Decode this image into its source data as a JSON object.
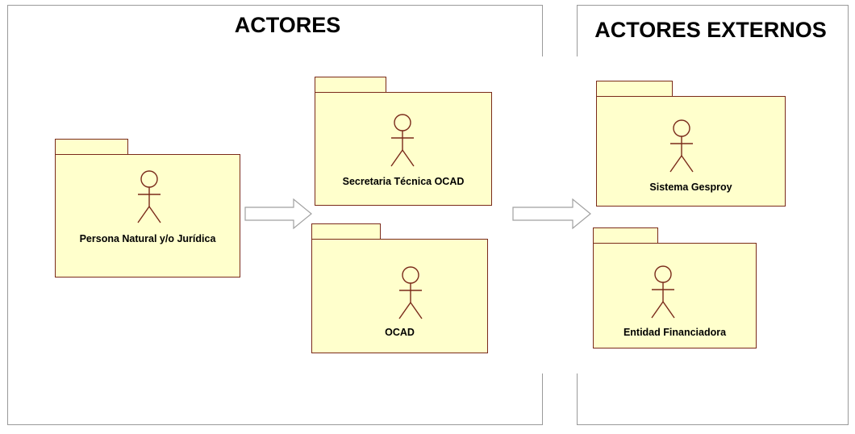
{
  "frames": {
    "actores": {
      "title": "ACTORES"
    },
    "externos": {
      "title": "ACTORES EXTERNOS"
    }
  },
  "packages": {
    "persona": {
      "label": "Persona Natural y/o Jurídica"
    },
    "secretaria": {
      "label": "Secretaria Técnica OCAD"
    },
    "ocad": {
      "label": "OCAD"
    },
    "gesproy": {
      "label": "Sistema Gesproy"
    },
    "entidad": {
      "label": "Entidad Financiadora"
    }
  },
  "icons": {
    "actor": "stick-figure-actor-icon",
    "arrow": "hollow-right-arrow-icon"
  },
  "colors": {
    "package_fill": "#ffffcc",
    "package_border": "#7a2a1a",
    "frame_border": "#9a9a9a"
  }
}
